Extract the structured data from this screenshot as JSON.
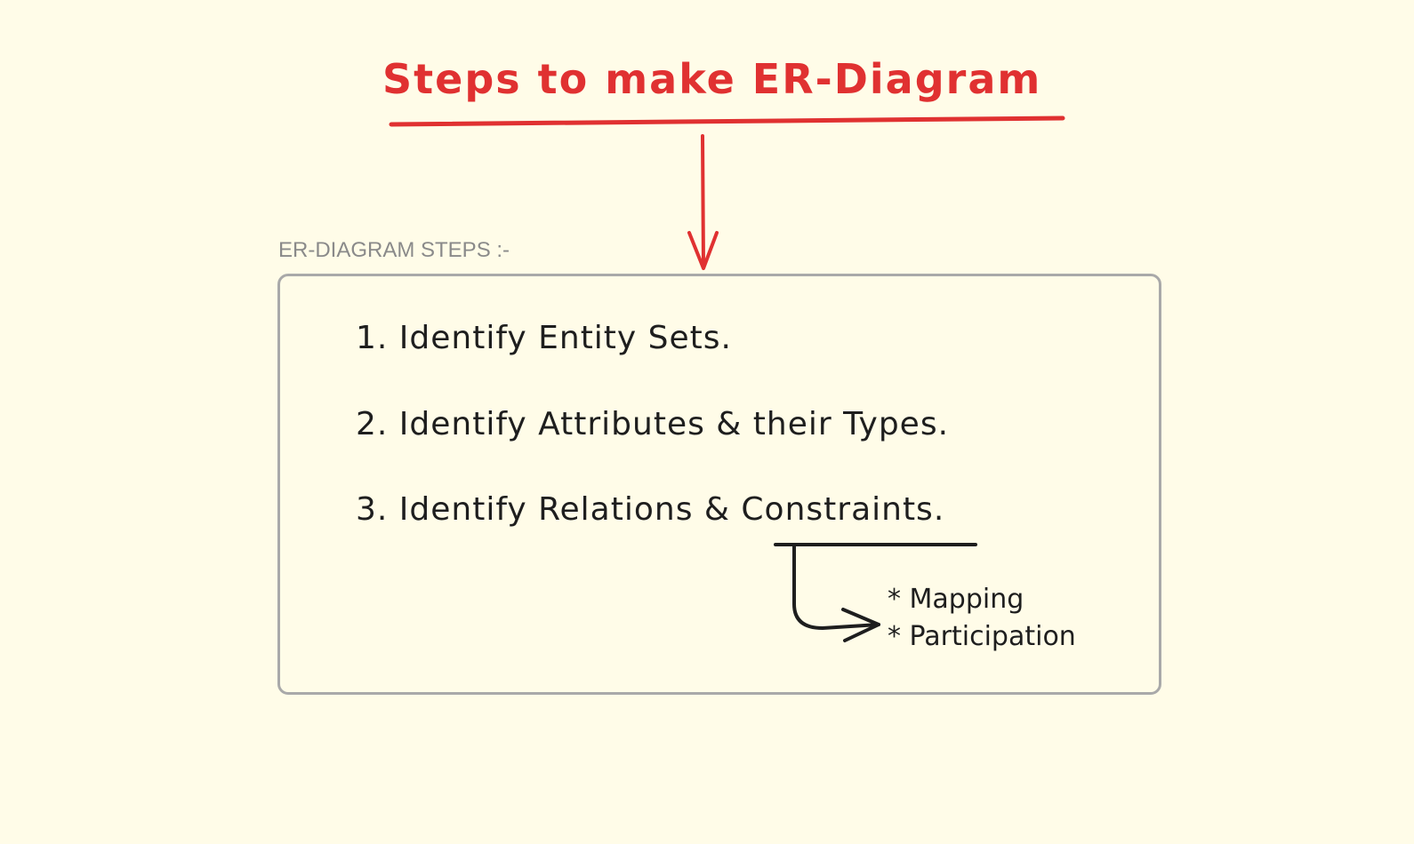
{
  "title": "Steps to make ER-Diagram",
  "frame": {
    "label": "ER-DIAGRAM STEPS :-"
  },
  "steps": [
    {
      "text": "1. Identify Entity Sets."
    },
    {
      "text": "2. Identify Attributes & their Types."
    },
    {
      "text": "3. Identify Relations & Constraints."
    }
  ],
  "constraint_details": [
    "* Mapping",
    "* Participation"
  ],
  "colors": {
    "title": "#e03131",
    "text": "#1e1e1e",
    "frame_border": "#a9a9a9",
    "frame_label": "#8a8a8a",
    "background": "#fffce8"
  }
}
